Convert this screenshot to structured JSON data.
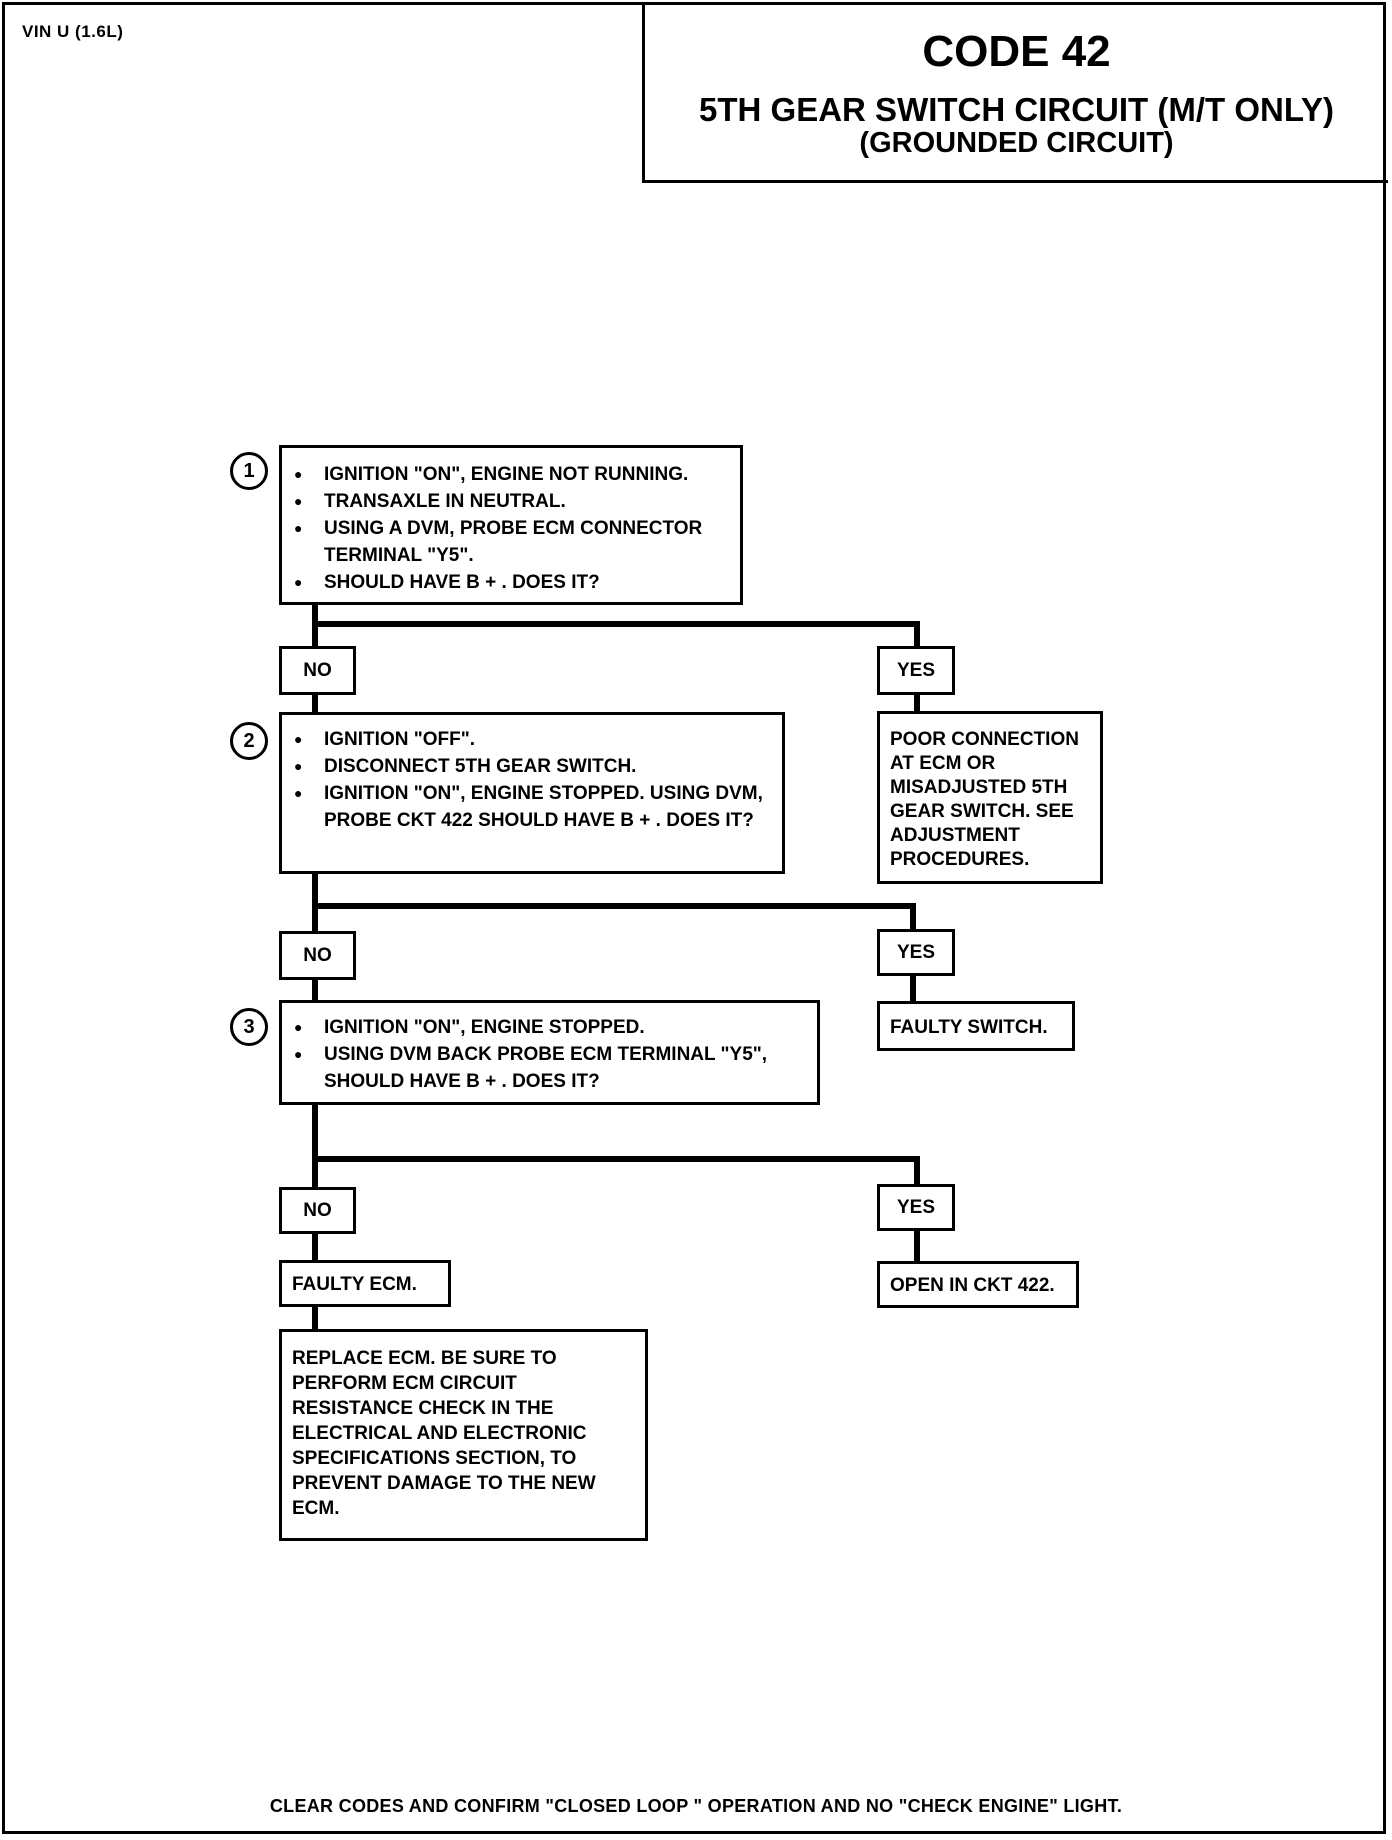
{
  "header": {
    "vin": "VIN U (1.6L)",
    "code": "CODE 42",
    "subtitle": "5TH GEAR SWITCH CIRCUIT  (M/T ONLY)",
    "subtitle2": "(GROUNDED CIRCUIT)"
  },
  "steps": [
    {
      "number": "1",
      "lines": [
        "IGNITION \"ON\", ENGINE NOT RUNNING.",
        "TRANSAXLE IN NEUTRAL.",
        "USING A DVM, PROBE ECM CONNECTOR TERMINAL \"Y5\".",
        "SHOULD HAVE B + .  DOES IT?"
      ],
      "no": "NO",
      "yes": "YES",
      "yes_result": "POOR CONNECTION AT ECM OR MISADJUSTED 5TH GEAR SWITCH.  SEE ADJUSTMENT PROCEDURES."
    },
    {
      "number": "2",
      "lines": [
        "IGNITION \"OFF\".",
        "DISCONNECT 5TH GEAR SWITCH.",
        "IGNITION \"ON\", ENGINE STOPPED. USING DVM, PROBE CKT 422 SHOULD HAVE B + .  DOES IT?"
      ],
      "no": "NO",
      "yes": "YES",
      "yes_result": "FAULTY SWITCH."
    },
    {
      "number": "3",
      "lines": [
        "IGNITION \"ON\", ENGINE STOPPED.",
        "USING DVM BACK PROBE ECM TERMINAL \"Y5\", SHOULD HAVE B + .  DOES IT?"
      ],
      "no": "NO",
      "yes": "YES",
      "no_result": "FAULTY ECM.",
      "yes_result": "OPEN IN CKT 422."
    }
  ],
  "final_action": "REPLACE ECM.  BE SURE TO PERFORM ECM CIRCUIT RESISTANCE CHECK IN THE ELECTRICAL AND ELECTRONIC SPECIFICATIONS SECTION, TO PREVENT DAMAGE TO THE NEW ECM.",
  "footer": "CLEAR CODES AND CONFIRM \"CLOSED LOOP \" OPERATION AND NO \"CHECK ENGINE\" LIGHT."
}
